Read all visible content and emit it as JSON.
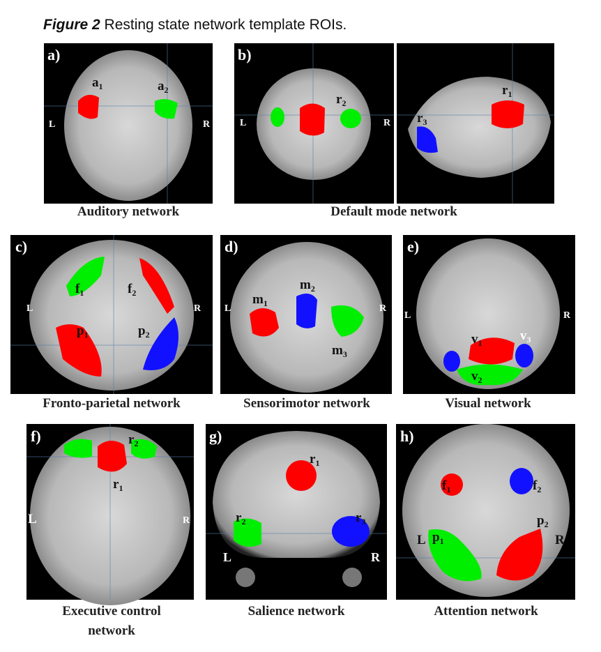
{
  "title": {
    "figure": "Figure 2",
    "text": " Resting state network template ROIs."
  },
  "panels": {
    "a": {
      "label": "a)",
      "caption": "Auditory network",
      "L": "L",
      "R": "R",
      "rois": [
        {
          "l": "a",
          "s": "1"
        },
        {
          "l": "a",
          "s": "2"
        }
      ]
    },
    "b": {
      "label": "b)",
      "caption": "Default mode network",
      "L": "L",
      "R": "R",
      "rois": [
        {
          "l": "r",
          "s": "2"
        },
        {
          "l": "r",
          "s": "1"
        },
        {
          "l": "r",
          "s": "3"
        }
      ]
    },
    "c": {
      "label": "c)",
      "caption": "Fronto-parietal network",
      "L": "L",
      "R": "R",
      "rois": [
        {
          "l": "f",
          "s": "1"
        },
        {
          "l": "f",
          "s": "2"
        },
        {
          "l": "p",
          "s": "1"
        },
        {
          "l": "p",
          "s": "2"
        }
      ]
    },
    "d": {
      "label": "d)",
      "caption": "Sensorimotor network",
      "L": "L",
      "R": "R",
      "rois": [
        {
          "l": "m",
          "s": "1"
        },
        {
          "l": "m",
          "s": "2"
        },
        {
          "l": "m",
          "s": "3"
        }
      ]
    },
    "e": {
      "label": "e)",
      "caption": "Visual network",
      "L": "L",
      "R": "R",
      "rois": [
        {
          "l": "v",
          "s": "1"
        },
        {
          "l": "v",
          "s": "3"
        },
        {
          "l": "v",
          "s": "2"
        }
      ]
    },
    "f": {
      "label": "f)",
      "caption1": "Executive control",
      "caption2": "network",
      "L": "L",
      "R": "R",
      "rois": [
        {
          "l": "r",
          "s": "2"
        },
        {
          "l": "r",
          "s": "1"
        }
      ]
    },
    "g": {
      "label": "g)",
      "caption": "Salience network",
      "L": "L",
      "R": "R",
      "rois": [
        {
          "l": "r",
          "s": "1"
        },
        {
          "l": "r",
          "s": "2"
        },
        {
          "l": "r",
          "s": "3"
        }
      ]
    },
    "h": {
      "label": "h)",
      "caption": "Attention network",
      "L": "L",
      "R": "R",
      "rois": [
        {
          "l": "f",
          "s": "1"
        },
        {
          "l": "f",
          "s": "2"
        },
        {
          "l": "p",
          "s": "1"
        },
        {
          "l": "p",
          "s": "2"
        }
      ]
    }
  },
  "colors": {
    "red": "#ff0000",
    "green": "#00ee00",
    "blue": "#1a1aff"
  }
}
